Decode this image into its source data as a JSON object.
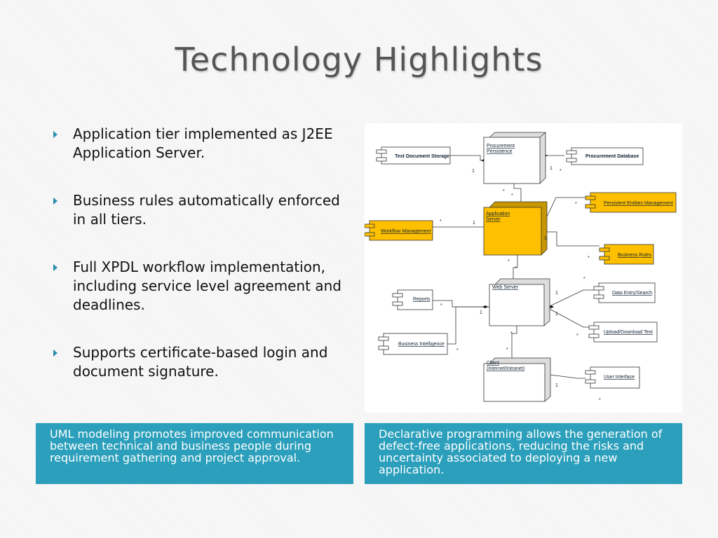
{
  "title": "Technology Highlights",
  "bullets": [
    "Application tier implemented as J2EE Application Server.",
    "Business rules automatically enforced in all tiers.",
    "Full XPDL workflow implementation, including service level agreement and deadlines.",
    "Supports certificate-based login and document signature."
  ],
  "diagram": {
    "nodes": {
      "procurement_persistence": "Procurement Persistence",
      "application_server": "Application Server",
      "web_server": "Web Server",
      "client": "Client (Internet/Intranet)"
    },
    "components": {
      "text_document_storage": "Text Document Storage",
      "procurement_database": "Procurement Database",
      "persistent_entities_management": "Persistent Entities Management",
      "workflow_management": "Workflow Management",
      "business_rules": "Business Rules",
      "reports": "Reports",
      "data_entry_search": "Data Entry/Search",
      "business_intelligence": "Business Intelligence",
      "upload_download_text": "Upload/Download Text",
      "user_interface": "User Interface"
    },
    "multiplicities": {
      "one": "1",
      "many": "*"
    },
    "colors": {
      "highlight": "#ffc000",
      "border": "#333333"
    }
  },
  "callouts": {
    "left": "UML modeling promotes improved communication between technical and business people during requirement gathering and project approval.",
    "right": "Declarative  programming allows the generation of defect-free applications, reducing the risks and uncertainty associated to deploying a new application."
  }
}
